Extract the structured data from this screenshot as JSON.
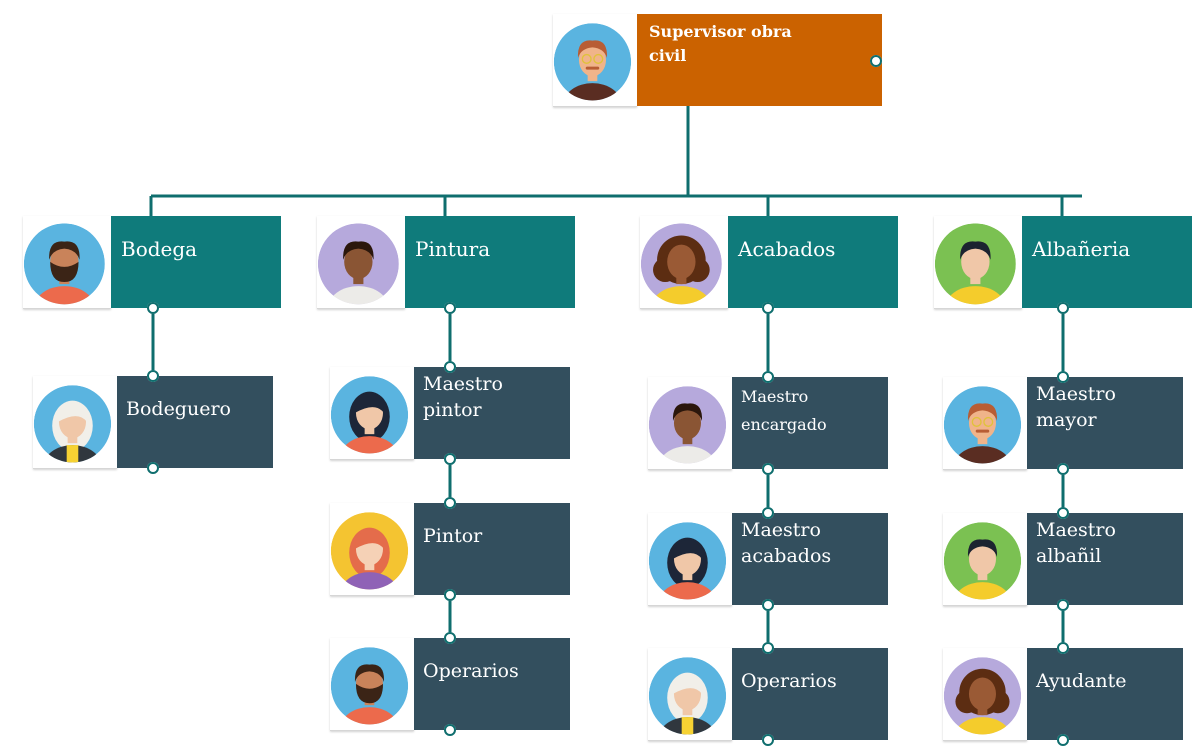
{
  "colors": {
    "top": "#cb6200",
    "department": "#0f7b7b",
    "role": "#334f5e",
    "connector": "#0f6e6e"
  },
  "supervisor": {
    "label": "Supervisor obra\ncivil",
    "avatar": "man-glasses-mustache-icon"
  },
  "departments": [
    {
      "label": "Bodega",
      "avatar": "bearded-man-icon",
      "roles": [
        {
          "label": "Bodeguero",
          "avatar": "elderly-woman-icon"
        }
      ]
    },
    {
      "label": "Pintura",
      "avatar": "man-white-shirt-icon",
      "roles": [
        {
          "label": "Maestro\npintor",
          "avatar": "woman-dark-hair-icon"
        },
        {
          "label": "Pintor",
          "avatar": "woman-red-hair-icon"
        },
        {
          "label": "Operarios",
          "avatar": "bearded-man-icon"
        }
      ]
    },
    {
      "label": "Acabados",
      "avatar": "woman-curly-hair-icon",
      "roles": [
        {
          "label": "Maestro\nencargado",
          "avatar": "man-white-shirt-icon"
        },
        {
          "label": "Maestro\nacabados",
          "avatar": "woman-dark-hair-icon"
        },
        {
          "label": "Operarios",
          "avatar": "elderly-woman-icon"
        }
      ]
    },
    {
      "label": "Albañeria",
      "avatar": "man-green-bg-icon",
      "roles": [
        {
          "label": "Maestro\nmayor",
          "avatar": "man-glasses-mustache-icon"
        },
        {
          "label": "Maestro\nalbañil",
          "avatar": "man-green-bg-icon"
        },
        {
          "label": "Ayudante",
          "avatar": "woman-curly-hair-icon"
        }
      ]
    }
  ]
}
